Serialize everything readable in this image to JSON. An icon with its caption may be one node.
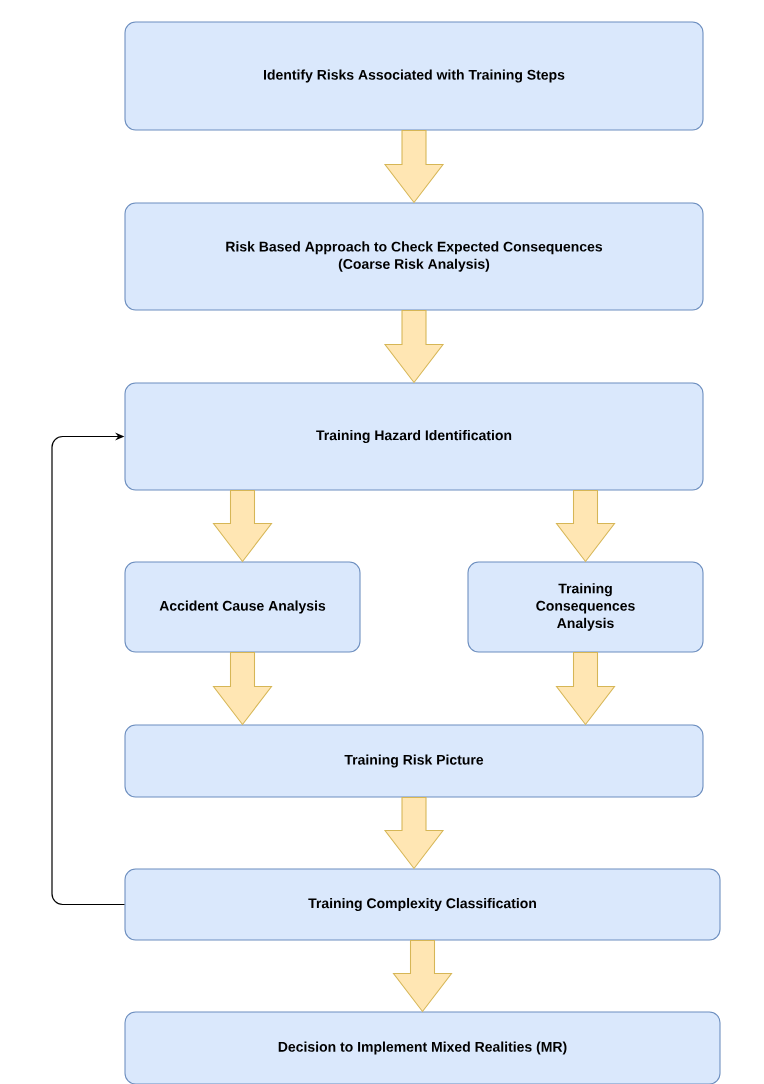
{
  "diagram": {
    "nodes": [
      {
        "text": [
          "Identify Risks Associated with Training Steps"
        ]
      },
      {
        "text": [
          "Risk Based Approach to Check Expected Consequences",
          "(Coarse Risk Analysis)"
        ]
      },
      {
        "text": [
          "Training Hazard Identification"
        ]
      },
      {
        "text": [
          "Accident Cause Analysis"
        ]
      },
      {
        "text": [
          "Training Consequences Analysis"
        ]
      },
      {
        "text": [
          "Training Risk Picture"
        ]
      },
      {
        "text": [
          "Training Complexity Classification"
        ]
      },
      {
        "text": [
          "Decision to Implement Mixed Realities (MR)"
        ]
      }
    ],
    "edges": [
      {
        "from": 0,
        "to": 1,
        "arrow": "to"
      },
      {
        "from": 1,
        "to": 2,
        "arrow": "to"
      },
      {
        "from": 2,
        "to": 3,
        "arrow": "to"
      },
      {
        "from": 2,
        "to": 4,
        "arrow": "to"
      },
      {
        "from": 3,
        "to": 5,
        "arrow": "to"
      },
      {
        "from": 4,
        "to": 5,
        "arrow": "to"
      },
      {
        "from": 5,
        "to": 6,
        "arrow": "to"
      },
      {
        "from": 6,
        "to": 7,
        "arrow": "to"
      },
      {
        "from": 6,
        "to": 2,
        "arrow": "to",
        "color": "#000000"
      }
    ]
  }
}
